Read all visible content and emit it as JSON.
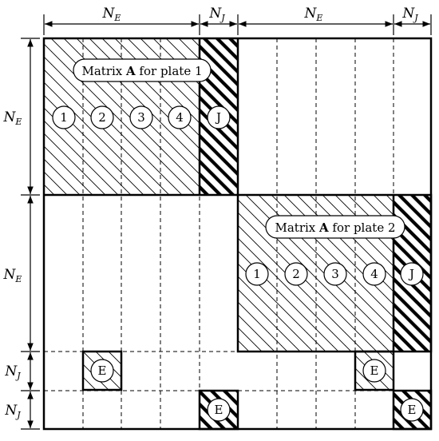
{
  "top_dimensions": [
    {
      "var": "N",
      "sub": "E"
    },
    {
      "var": "N",
      "sub": "J"
    },
    {
      "var": "N",
      "sub": "E"
    },
    {
      "var": "N",
      "sub": "J"
    }
  ],
  "left_dimensions": [
    {
      "var": "N",
      "sub": "E"
    },
    {
      "var": "N",
      "sub": "E"
    },
    {
      "var": "N",
      "sub": "J"
    },
    {
      "var": "N",
      "sub": "J"
    }
  ],
  "plate1": {
    "title_prefix": "Matrix ",
    "title_bold": "A",
    "title_suffix": " for plate 1",
    "labels": [
      "1",
      "2",
      "3",
      "4",
      "J"
    ]
  },
  "plate2": {
    "title_prefix": "Matrix ",
    "title_bold": "A",
    "title_suffix": " for plate 2",
    "labels": [
      "1",
      "2",
      "3",
      "4",
      "J"
    ]
  },
  "coupling_labels": [
    "E",
    "E",
    "E",
    "E"
  ],
  "colors": {
    "line": "#000000",
    "background": "#ffffff"
  }
}
